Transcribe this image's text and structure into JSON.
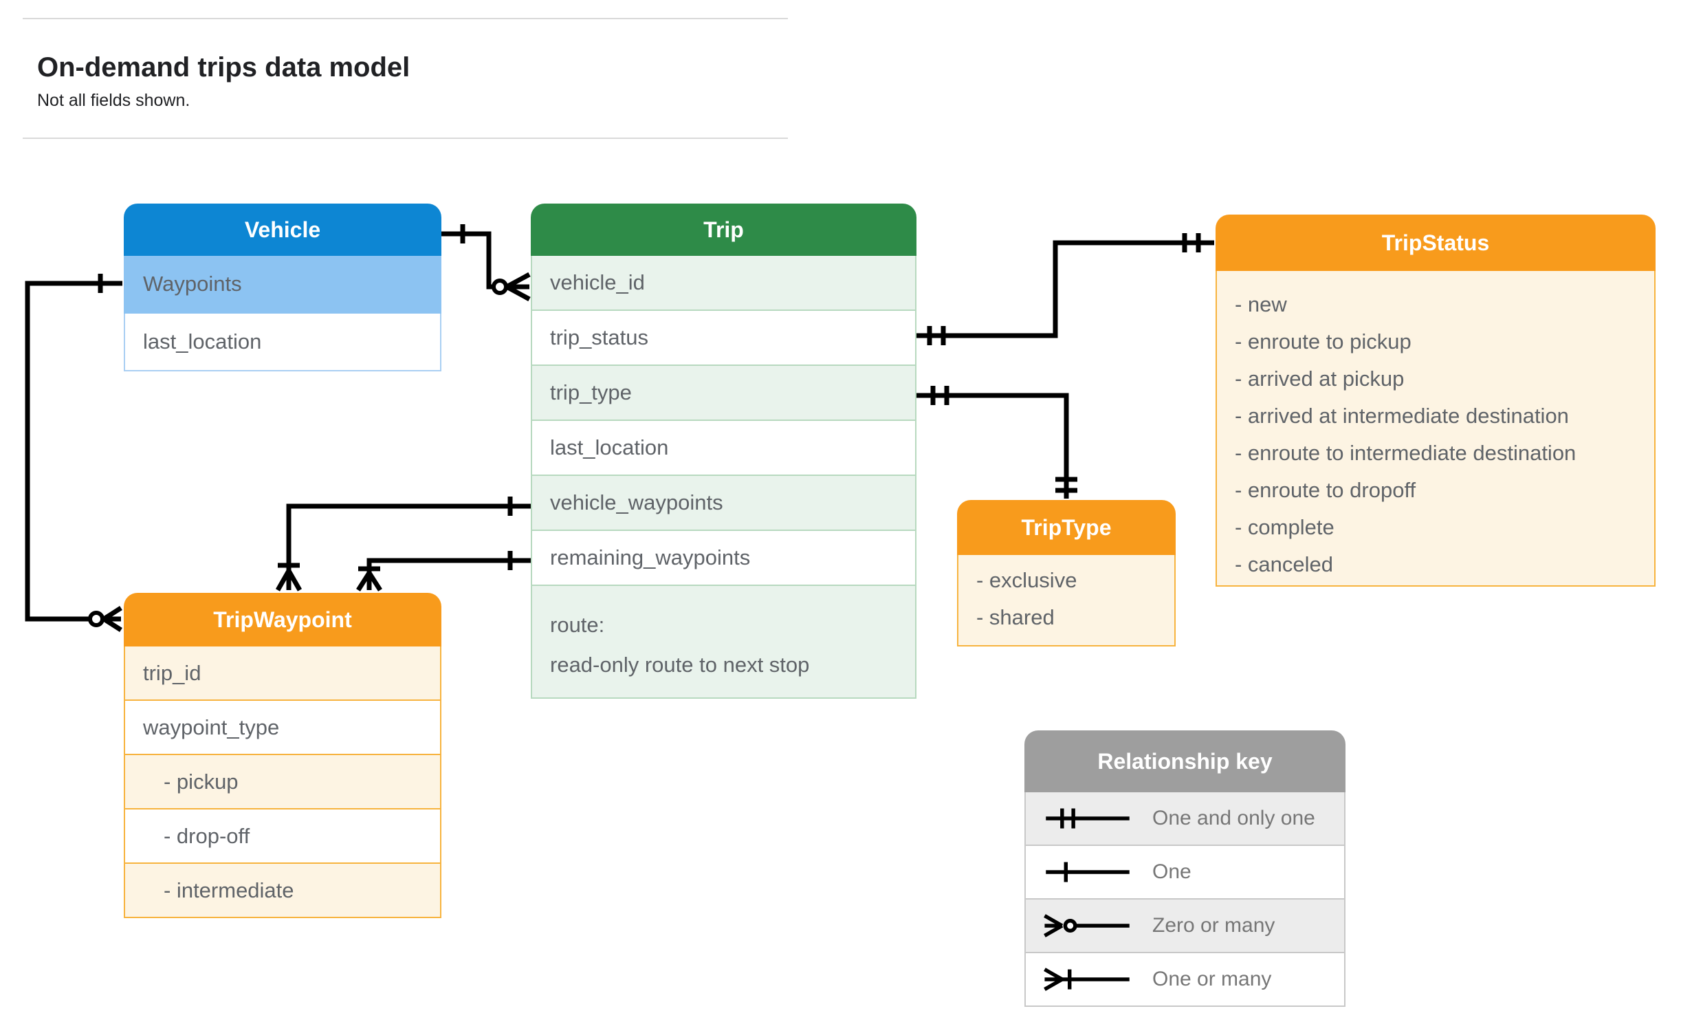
{
  "page": {
    "title": "On-demand trips data model",
    "subtitle": "Not all fields shown."
  },
  "colors": {
    "blue": "#0d86d3",
    "blue_light": "#8cc3f2",
    "blue_border": "#a9cff3",
    "green": "#2e8b48",
    "green_light": "#e9f3ec",
    "green_border": "#b7d9bf",
    "orange": "#f89b1c",
    "orange_border": "#f7b33e",
    "cream": "#fdf4e3",
    "gray": "#9e9e9e",
    "gray_light": "#ececec",
    "key_border": "#c8c8c8",
    "line": "#000000",
    "text": "#5f6368",
    "text_light": "#767676",
    "title": "#202124",
    "rule": "#d9d9d9"
  },
  "entities": {
    "vehicle": {
      "title": "Vehicle",
      "rows": [
        "Waypoints",
        "last_location"
      ]
    },
    "trip": {
      "title": "Trip",
      "rows": [
        "vehicle_id",
        "trip_status",
        "trip_type",
        "last_location",
        "vehicle_waypoints",
        "remaining_waypoints"
      ],
      "route": [
        "route:",
        "read-only route to next stop"
      ]
    },
    "trip_status": {
      "title": "TripStatus",
      "items": [
        "- new",
        "- enroute to pickup",
        "- arrived at pickup",
        "- arrived at intermediate destination",
        "- enroute to intermediate destination",
        "- enroute to dropoff",
        "- complete",
        "- canceled"
      ]
    },
    "trip_type": {
      "title": "TripType",
      "items": [
        "- exclusive",
        "- shared"
      ]
    },
    "trip_waypoint": {
      "title": "TripWaypoint",
      "rows": [
        "trip_id",
        "waypoint_type",
        "- pickup",
        "- drop-off",
        "- intermediate"
      ]
    }
  },
  "legend": {
    "title": "Relationship key",
    "rows": [
      {
        "symbol": "one-and-only-one",
        "label": "One and only one"
      },
      {
        "symbol": "one",
        "label": "One"
      },
      {
        "symbol": "zero-or-many",
        "label": "Zero or many"
      },
      {
        "symbol": "one-or-many",
        "label": "One or many"
      }
    ]
  }
}
